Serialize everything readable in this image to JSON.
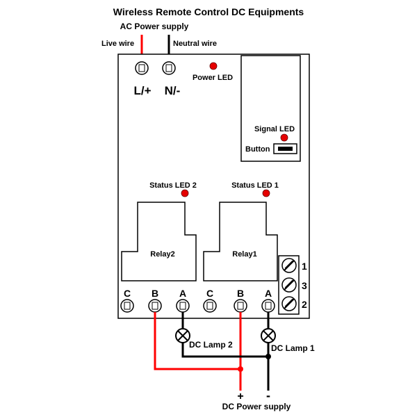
{
  "title": "Wireless Remote Control DC Equipments",
  "ac_supply": {
    "label": "AC Power supply",
    "live_label": "Live wire",
    "neutral_label": "Neutral wire",
    "terminal_live": "L/+",
    "terminal_neutral": "N/-"
  },
  "leds": {
    "power": "Power LED",
    "signal": "Signal LED",
    "status2": "Status LED 2",
    "status1": "Status LED 1"
  },
  "button_label": "Button",
  "relays": {
    "relay2": "Relay2",
    "relay1": "Relay1"
  },
  "terminals": {
    "relay2": [
      "C",
      "B",
      "A"
    ],
    "relay1": [
      "C",
      "B",
      "A"
    ]
  },
  "screw_terminal_numbers": [
    "1",
    "3",
    "2"
  ],
  "lamps": {
    "lamp2": "DC Lamp 2",
    "lamp1": "DC Lamp 1"
  },
  "dc_supply": {
    "label": "DC Power supply",
    "plus": "+",
    "minus": "-"
  },
  "colors": {
    "positive_wire": "#ff0000",
    "negative_wire": "#000000",
    "led": "#e60000"
  }
}
